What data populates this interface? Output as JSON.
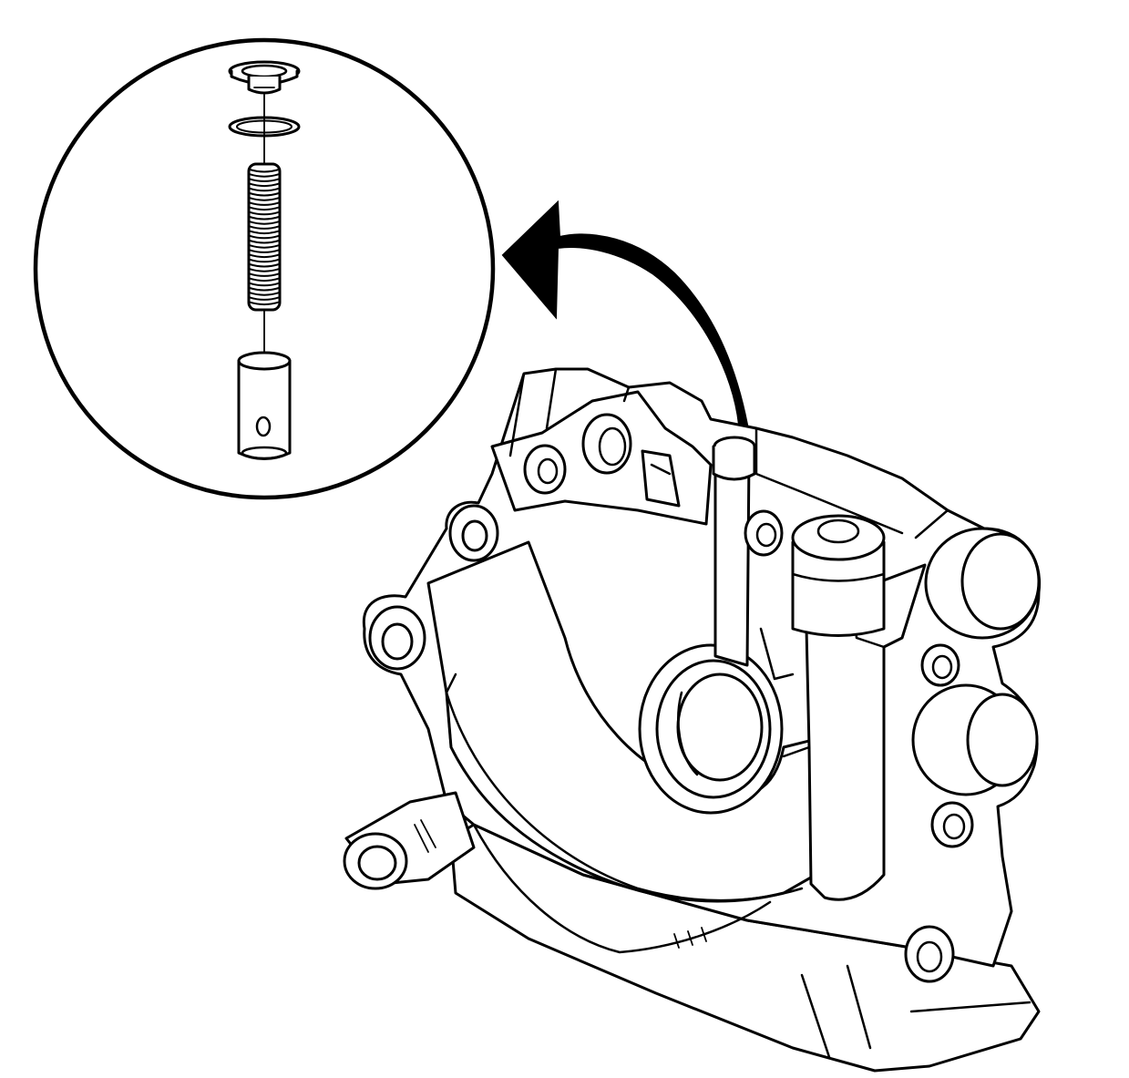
{
  "figure": {
    "background": "#ffffff",
    "line_color": "#000000",
    "parts": [
      "detail-callout-circle",
      "valve-cap-plug",
      "seal-ring",
      "valve-spring",
      "valve-plunger",
      "callout-arrow",
      "oil-pump-housing"
    ]
  }
}
